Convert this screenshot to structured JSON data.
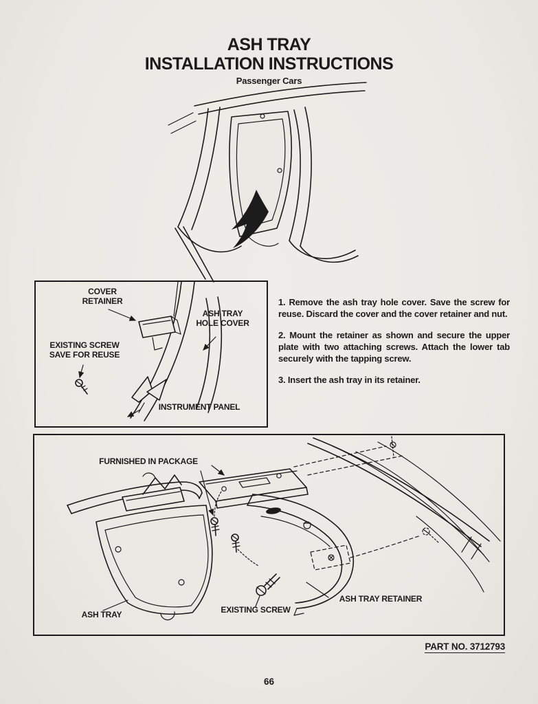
{
  "colors": {
    "paper": "#ebe9e4",
    "ink": "#1b1b1b"
  },
  "header": {
    "title_line1": "ASH TRAY",
    "title_line2": "INSTALLATION INSTRUCTIONS",
    "subtitle": "Passenger Cars"
  },
  "figure_removal": {
    "labels": {
      "cover_retainer": "COVER\nRETAINER",
      "ash_tray_hole_cover": "ASH TRAY\nHOLE COVER",
      "existing_screw": "EXISTING SCREW\nSAVE FOR REUSE",
      "instrument_panel": "INSTRUMENT PANEL"
    }
  },
  "instructions": {
    "steps": [
      "1. Remove the ash tray hole cover. Save the screw for reuse. Discard the cover and the cover retainer and nut.",
      "2. Mount the retainer as shown and secure the upper plate with two attaching screws. Attach the lower tab securely with the tapping screw.",
      "3. Insert the ash tray in its retainer."
    ]
  },
  "figure_install": {
    "labels": {
      "furnished_in_package": "FURNISHED IN PACKAGE",
      "ash_tray": "ASH TRAY",
      "existing_screw": "EXISTING SCREW",
      "ash_tray_retainer": "ASH TRAY RETAINER"
    }
  },
  "footer": {
    "part_no": "PART NO. 3712793",
    "page_number": "66"
  }
}
